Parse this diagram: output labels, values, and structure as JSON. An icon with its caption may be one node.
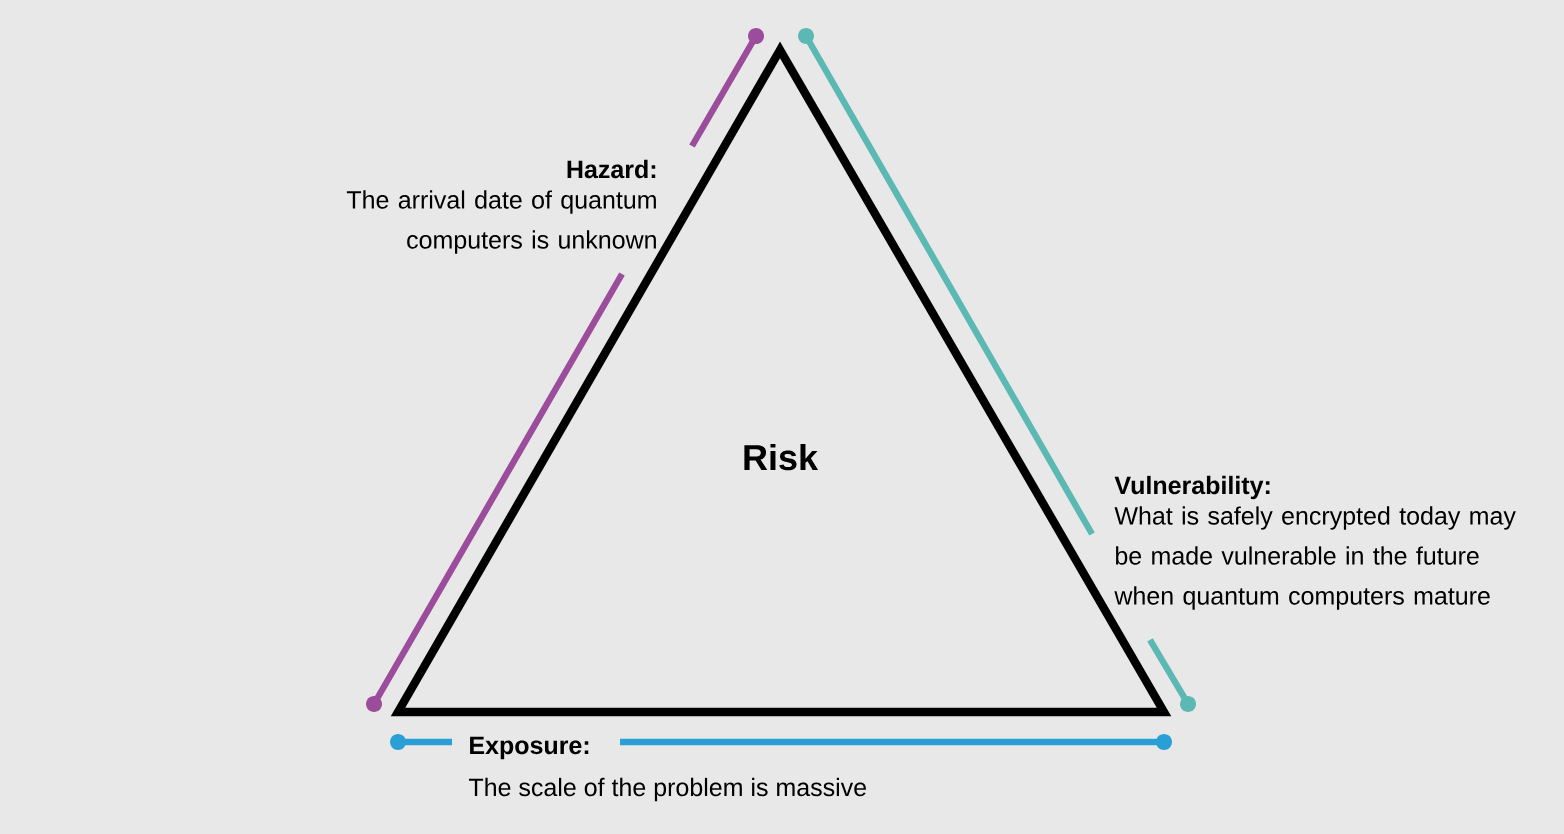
{
  "diagram": {
    "nodes": [
      {
        "text": [
          "Risk"
        ]
      }
    ],
    "edges": [],
    "labels": [
      "Hazard:",
      "The arrival date of quantum computers is unknown",
      "Vulnerability:",
      "What is safely encrypted today may be made vulnerable in the future when quantum computers mature",
      "Exposure:",
      "The scale of the problem is massive"
    ]
  }
}
